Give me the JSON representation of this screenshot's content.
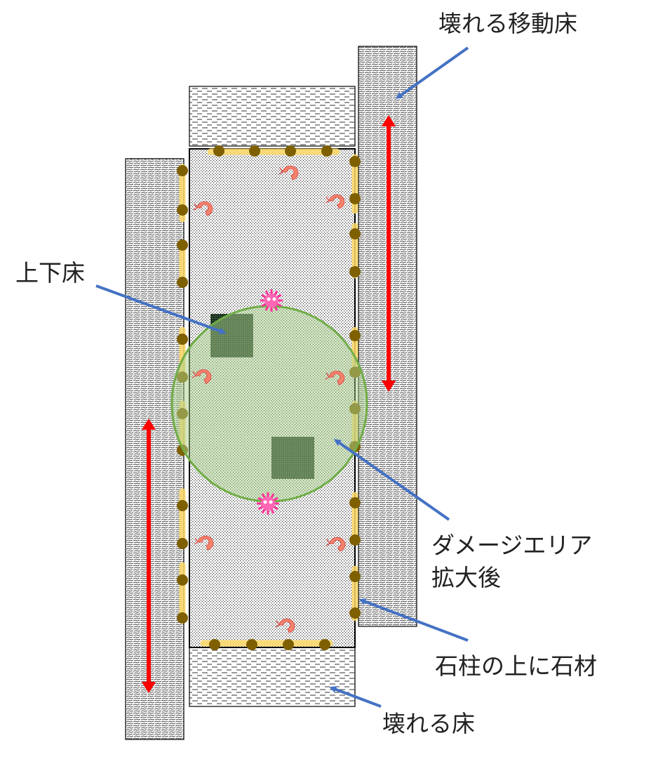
{
  "labels": {
    "breakable_moving_floor": "壊れる移動床",
    "up_down_floor": "上下床",
    "damage_area_line1": "ダメージエリア",
    "damage_area_line2": "拡大後",
    "stone_on_pillar": "石柱の上に石材",
    "breakable_floor": "壊れる床"
  },
  "colors": {
    "arrow_label": "#4472c4",
    "movement_arrow": "#ff0000",
    "damage_area_fill": "#a9d18e",
    "damage_area_stroke": "#70ad47",
    "pillar_dot": "#7f6000",
    "pillar_glow": "#ffd966",
    "up_down_block": "#1e3320",
    "enemy_pink": "#ff3399",
    "shrimp": "#f4826a"
  },
  "icons": {
    "enemy": "pink-spiky-enemy-icon",
    "shrimp": "shrimp-icon",
    "pillar": "stone-pillar-dot-icon"
  }
}
